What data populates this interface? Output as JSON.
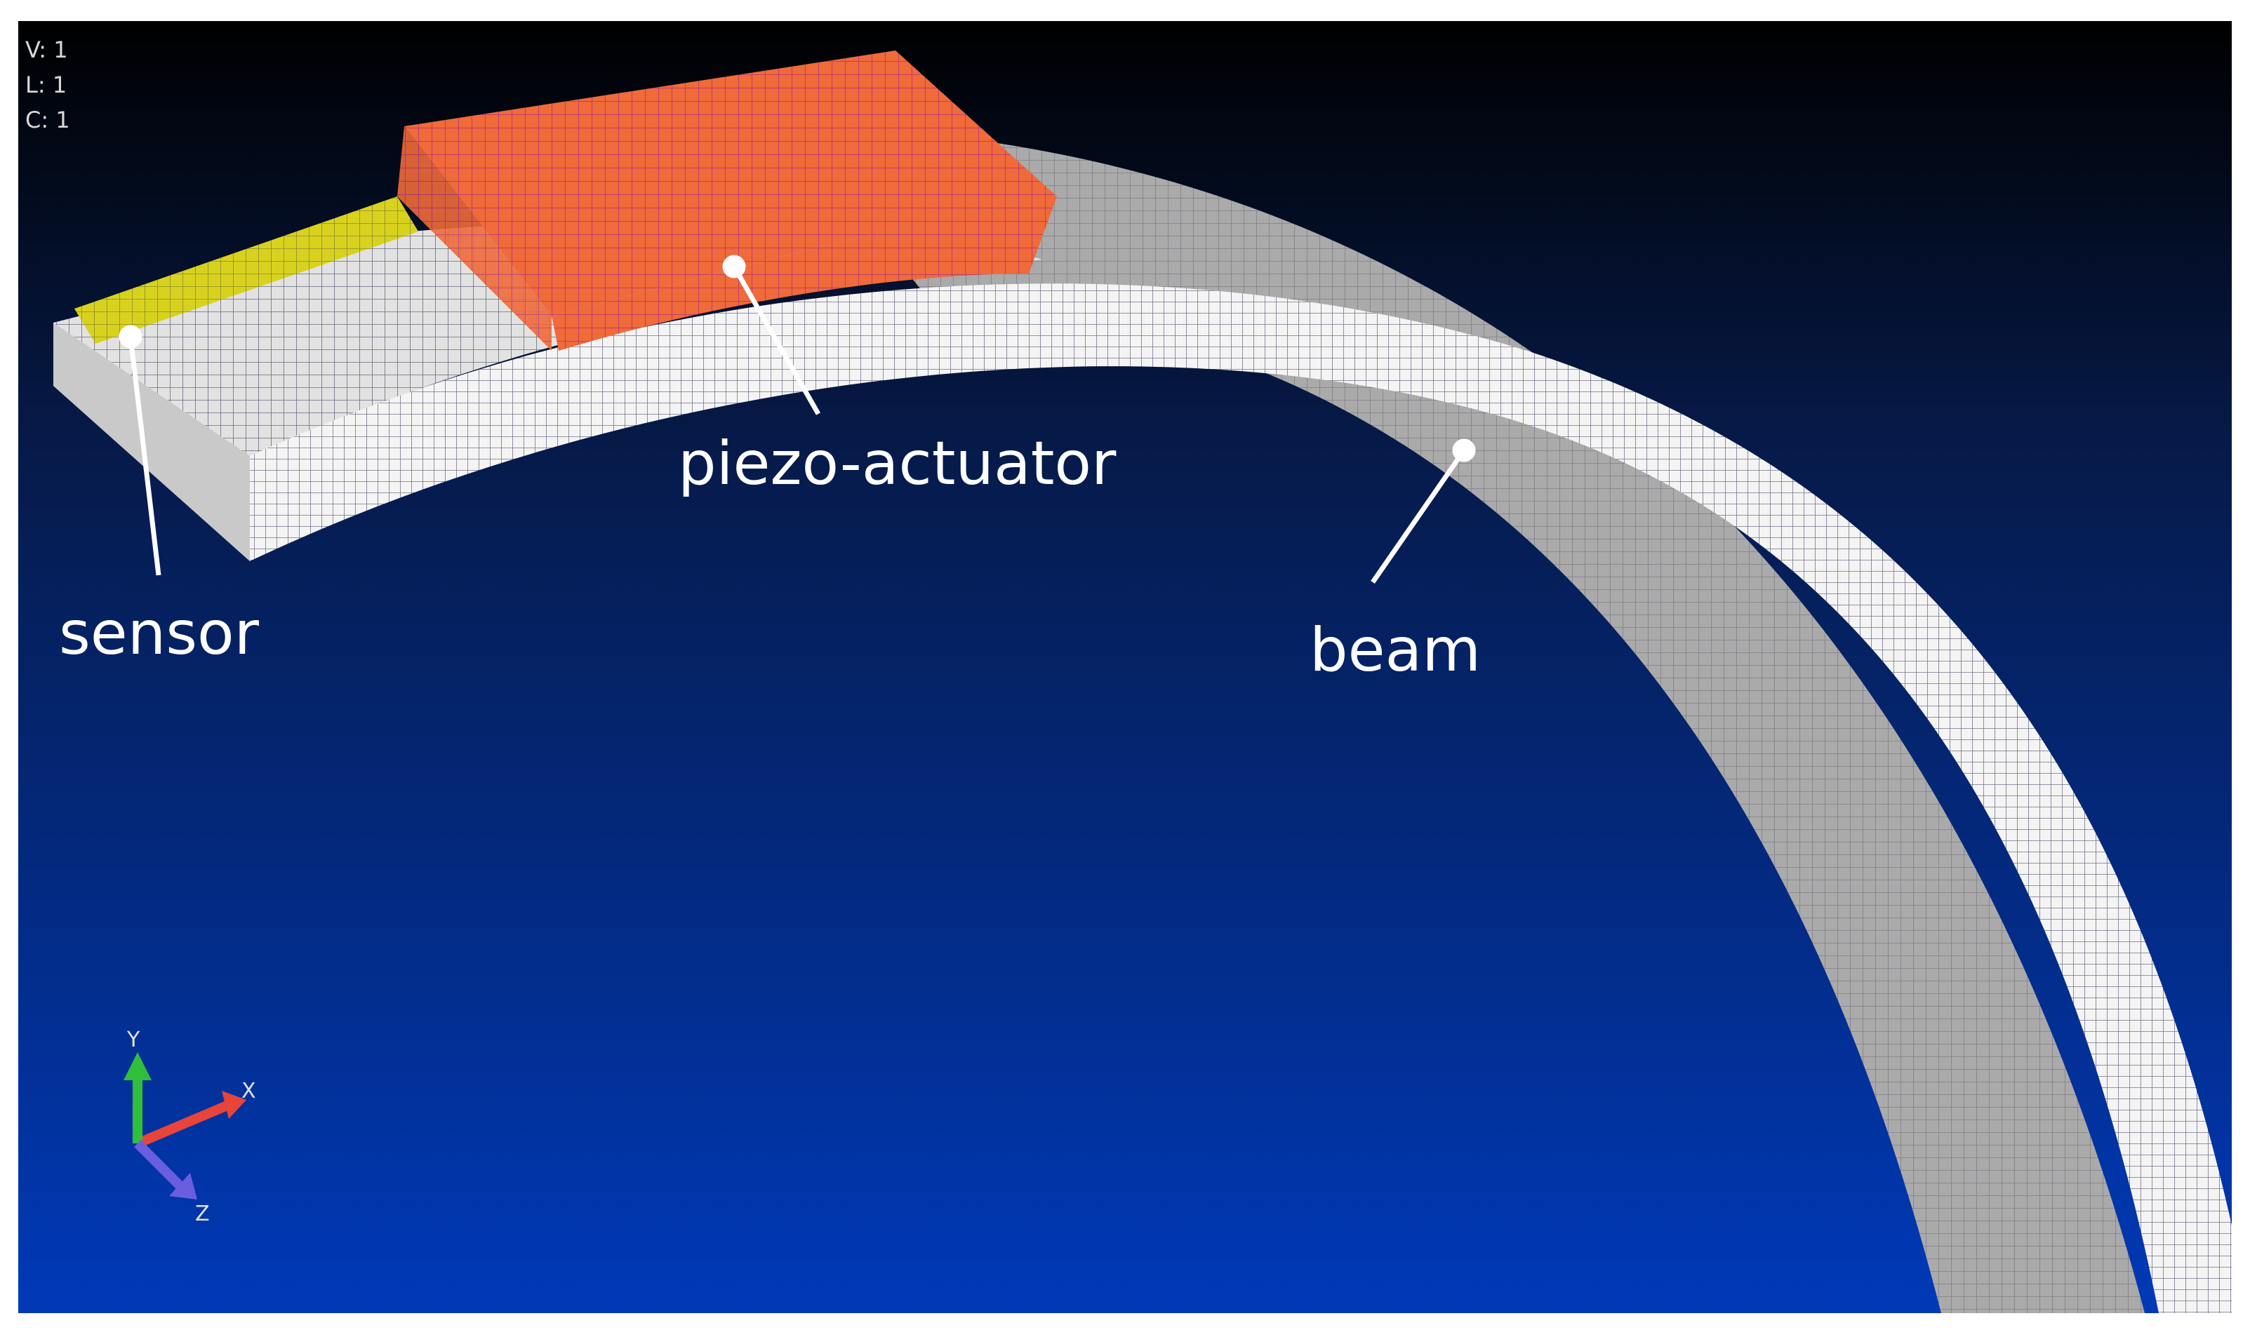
{
  "counters": {
    "v": "V: 1",
    "l": "L: 1",
    "c": "C: 1"
  },
  "labels": {
    "piezo": "piezo-actuator",
    "sensor": "sensor",
    "beam": "beam"
  },
  "axes": {
    "x": "X",
    "y": "Y",
    "z": "Z"
  },
  "colors": {
    "bg_top": "#000000",
    "bg_bottom": "#0039b8",
    "beam": "#e2e2e2",
    "mesh": "#6a6a80",
    "actuator": "#f06a3a",
    "actuator_mesh": "#b8386e",
    "sensor": "#d8d21e"
  }
}
